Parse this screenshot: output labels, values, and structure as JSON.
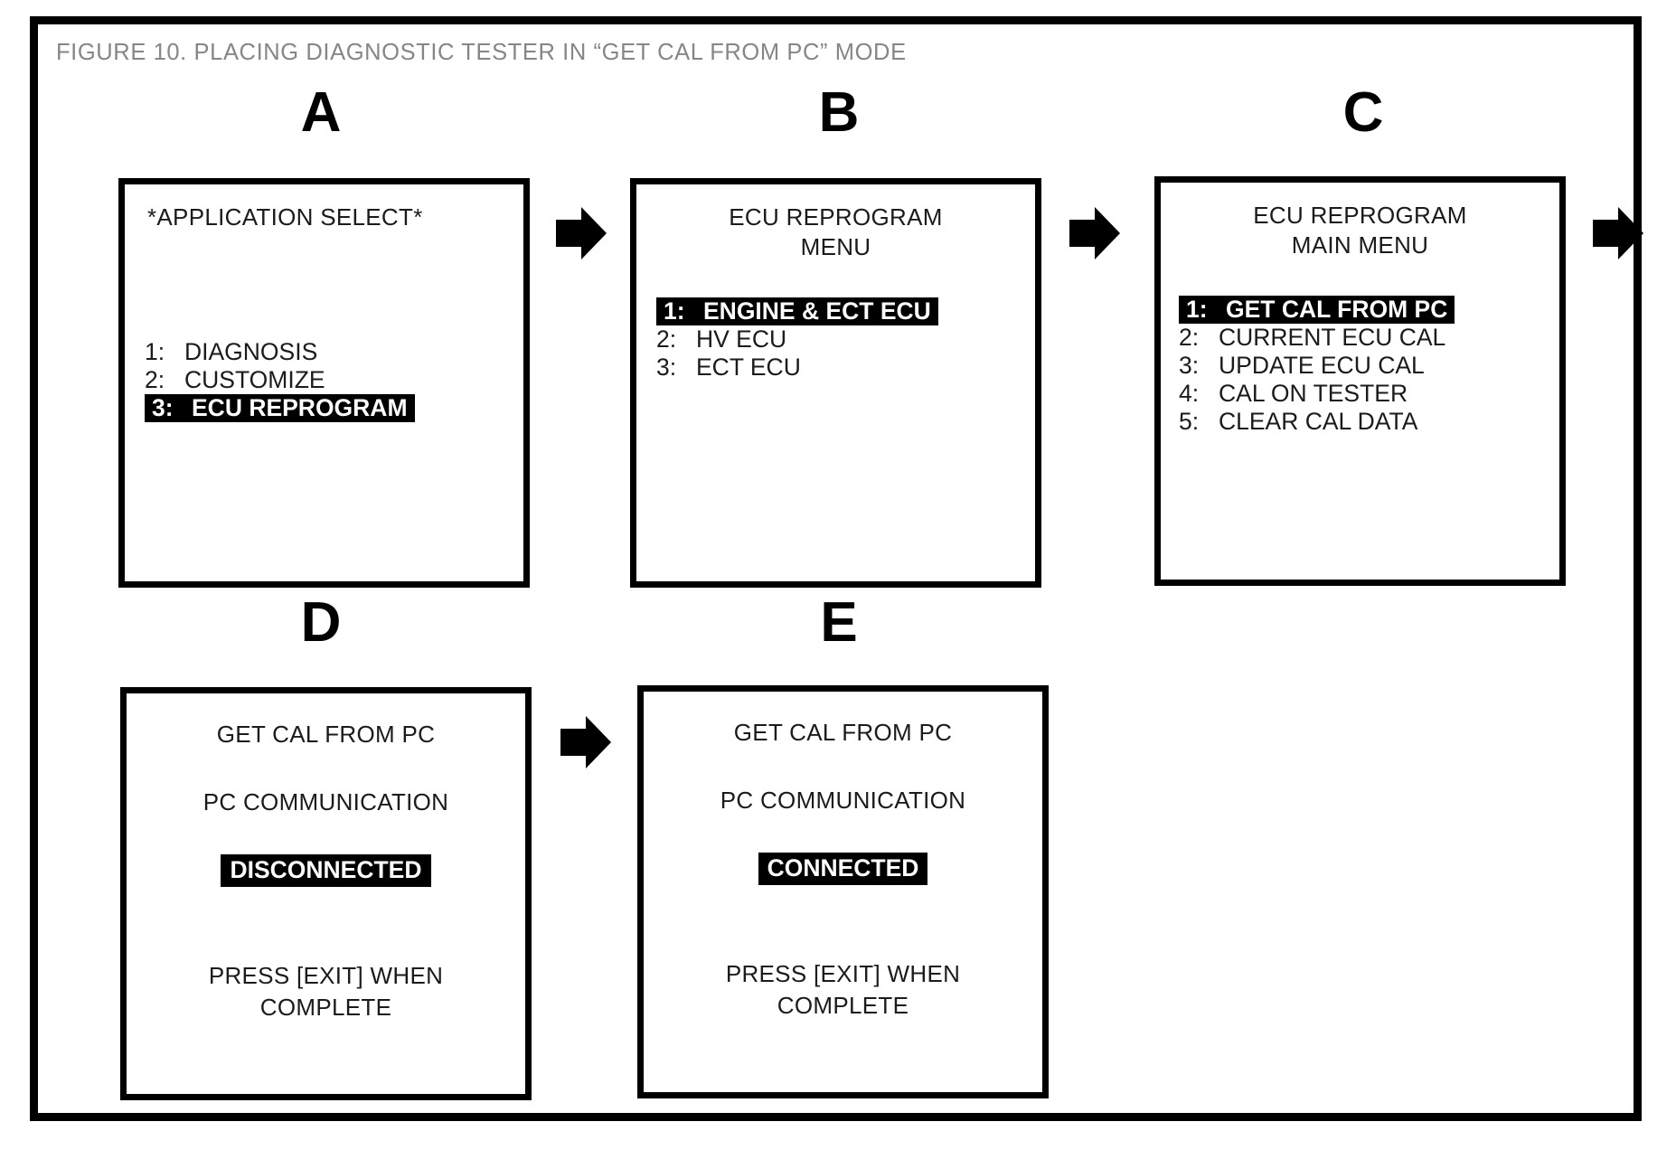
{
  "figure": {
    "caption": "FIGURE 10.  PLACING DIAGNOSTIC TESTER IN “GET CAL FROM PC” MODE",
    "caption_color": "#868686",
    "frame_color": "#000000",
    "background": "#ffffff",
    "highlight_bg": "#000000",
    "highlight_fg": "#ffffff"
  },
  "panels": [
    {
      "letter": "A",
      "title_lines": [
        "*APPLICATION SELECT*"
      ],
      "menu": [
        {
          "num": "1:",
          "label": "DIAGNOSIS",
          "selected": false
        },
        {
          "num": "2:",
          "label": "CUSTOMIZE",
          "selected": false
        },
        {
          "num": "3:",
          "label": "ECU REPROGRAM",
          "selected": true
        }
      ]
    },
    {
      "letter": "B",
      "title_lines": [
        "ECU REPROGRAM",
        "MENU"
      ],
      "menu": [
        {
          "num": "1:",
          "label": "ENGINE & ECT ECU",
          "selected": true
        },
        {
          "num": "2:",
          "label": "HV ECU",
          "selected": false
        },
        {
          "num": "3:",
          "label": "ECT ECU",
          "selected": false
        }
      ]
    },
    {
      "letter": "C",
      "title_lines": [
        "ECU REPROGRAM",
        "MAIN MENU"
      ],
      "menu": [
        {
          "num": "1:",
          "label": "GET CAL FROM PC",
          "selected": true
        },
        {
          "num": "2:",
          "label": "CURRENT ECU CAL",
          "selected": false
        },
        {
          "num": "3:",
          "label": "UPDATE ECU CAL",
          "selected": false
        },
        {
          "num": "4:",
          "label": "CAL ON TESTER",
          "selected": false
        },
        {
          "num": "5:",
          "label": "CLEAR CAL DATA",
          "selected": false
        }
      ]
    },
    {
      "letter": "D",
      "line1": "GET CAL FROM PC",
      "line2": "PC COMMUNICATION",
      "status": "DISCONNECTED",
      "footer_line1": "PRESS [EXIT] WHEN",
      "footer_line2": "COMPLETE"
    },
    {
      "letter": "E",
      "line1": "GET CAL FROM PC",
      "line2": "PC COMMUNICATION",
      "status": "CONNECTED",
      "footer_line1": "PRESS [EXIT] WHEN",
      "footer_line2": "COMPLETE"
    }
  ],
  "arrows": [
    {
      "name": "arrow-a-to-b"
    },
    {
      "name": "arrow-b-to-c"
    },
    {
      "name": "arrow-c-to-d"
    },
    {
      "name": "arrow-d-to-e"
    }
  ]
}
